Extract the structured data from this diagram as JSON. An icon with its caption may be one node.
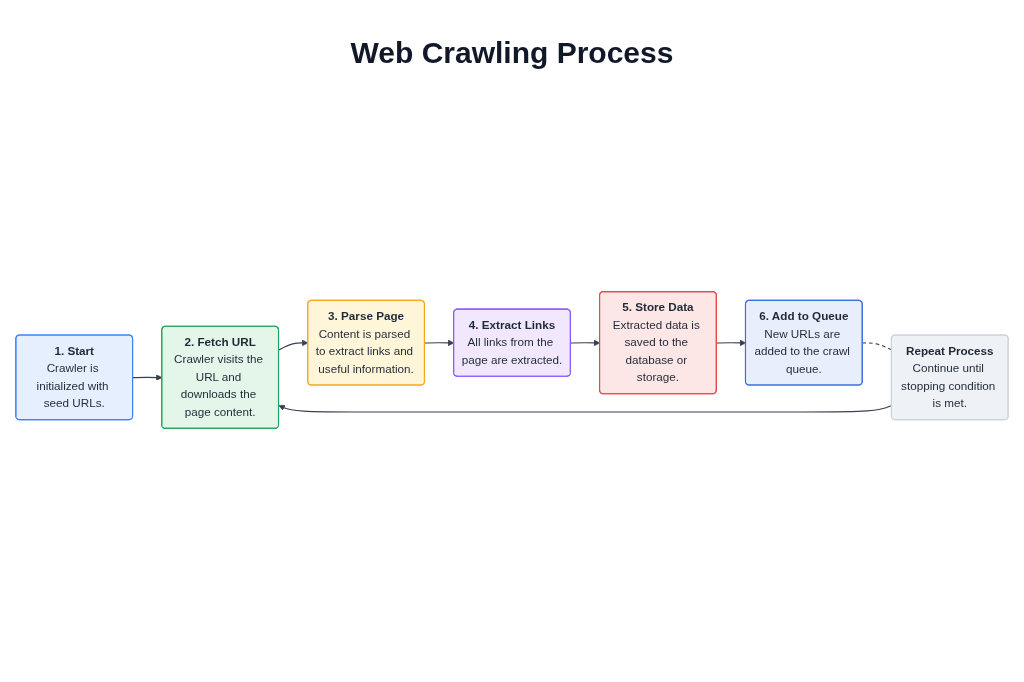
{
  "diagram": {
    "title": "Web Crawling Process",
    "nodes": [
      {
        "text": [
          "1. Start",
          "Crawler is initialized with seed URLs."
        ]
      },
      {
        "text": [
          "2. Fetch URL",
          "Crawler visits the URL and downloads the page content."
        ]
      },
      {
        "text": [
          "3. Parse Page",
          "Content is parsed to extract links and useful information."
        ]
      },
      {
        "text": [
          "4. Extract Links",
          "All links from the page are extracted."
        ]
      },
      {
        "text": [
          "5. Store Data",
          "Extracted data is saved to the database or storage."
        ]
      },
      {
        "text": [
          "6. Add to Queue",
          "New URLs are added to the crawl queue."
        ]
      },
      {
        "text": [
          "Repeat Process",
          "Continue until stopping condition is met."
        ]
      }
    ],
    "edges": [
      {
        "from": 0,
        "to": 1,
        "arrow": "to"
      },
      {
        "from": 1,
        "to": 2,
        "arrow": "to"
      },
      {
        "from": 2,
        "to": 3,
        "arrow": "to"
      },
      {
        "from": 3,
        "to": 4,
        "arrow": "to"
      },
      {
        "from": 4,
        "to": 5,
        "arrow": "to"
      },
      {
        "from": 5,
        "to": 6,
        "arrow": "none",
        "style": "dashed"
      },
      {
        "from": 6,
        "to": 1,
        "arrow": "to"
      }
    ]
  }
}
